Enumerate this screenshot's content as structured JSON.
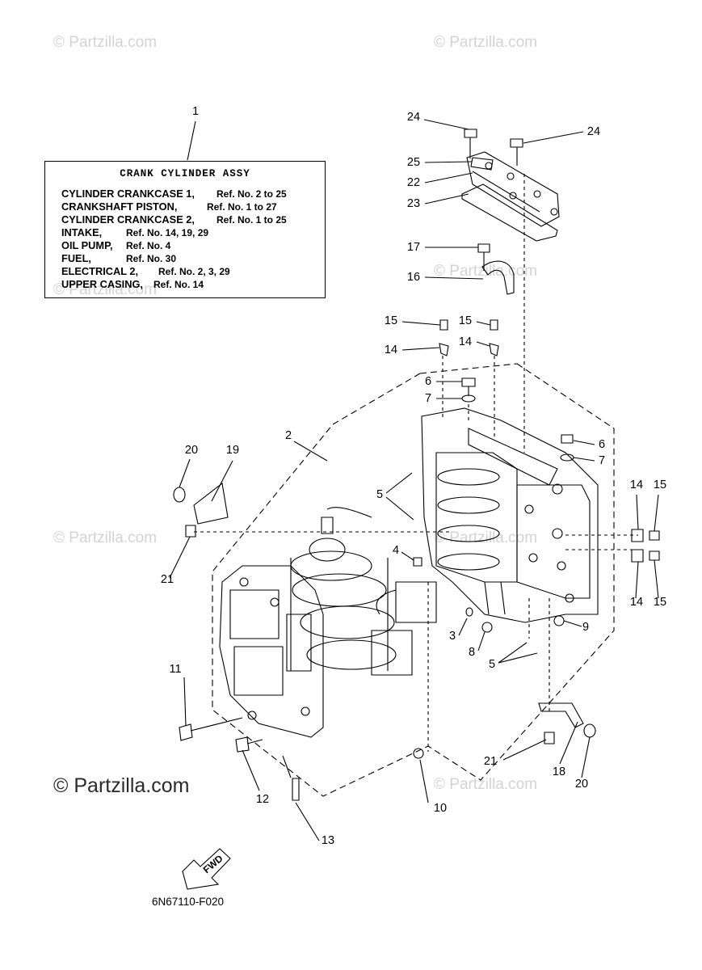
{
  "watermarks": {
    "faint": "© Partzilla.com",
    "bold": "© Partzilla.com"
  },
  "legend": {
    "title": "CRANK CYLINDER ASSY",
    "rows": [
      {
        "name": "CYLINDER CRANKCASE 1,",
        "ref": "Ref. No. 2 to 25"
      },
      {
        "name": "CRANKSHAFT PISTON,",
        "ref": "Ref. No. 1 to 27"
      },
      {
        "name": "CYLINDER CRANKCASE 2,",
        "ref": "Ref. No. 1 to 25"
      },
      {
        "name": "INTAKE,",
        "ref": "Ref. No. 14, 19, 29"
      },
      {
        "name": "OIL PUMP,",
        "ref": "Ref. No. 4"
      },
      {
        "name": "FUEL,",
        "ref": "Ref. No. 30"
      },
      {
        "name": "ELECTRICAL 2,",
        "ref": "Ref. No. 2, 3, 29"
      },
      {
        "name": "UPPER CASING,",
        "ref": "Ref. No. 14"
      }
    ]
  },
  "callouts": {
    "c1": "1",
    "c2": "2",
    "c3": "3",
    "c4": "4",
    "c5a": "5",
    "c5b": "5",
    "c6a": "6",
    "c6b": "6",
    "c7a": "7",
    "c7b": "7",
    "c8": "8",
    "c9": "9",
    "c10": "10",
    "c11": "11",
    "c12": "12",
    "c13": "13",
    "c14a": "14",
    "c14b": "14",
    "c14c": "14",
    "c14d": "14",
    "c15a": "15",
    "c15b": "15",
    "c15c": "15",
    "c15d": "15",
    "c16": "16",
    "c17": "17",
    "c18": "18",
    "c19": "19",
    "c20a": "20",
    "c20b": "20",
    "c21a": "21",
    "c21b": "21",
    "c22": "22",
    "c23": "23",
    "c24a": "24",
    "c24b": "24",
    "c25": "25"
  },
  "fwd_label": "FWD",
  "drawing_code": "6N67110-F020",
  "colors": {
    "line": "#000000",
    "watermark": "#d3d3d3"
  }
}
